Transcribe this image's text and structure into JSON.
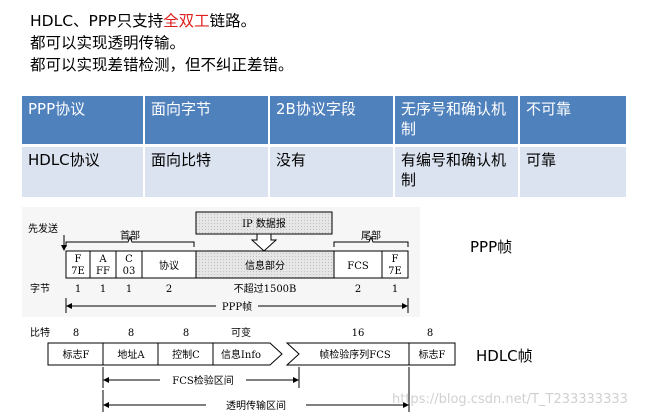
{
  "bullets": {
    "line1_pre": "HDLC、PPP只支持",
    "line1_hl": "全双工",
    "line1_post": "链路。",
    "line2": "都可以实现透明传输。",
    "line3": "都可以实现差错检测，但不纠正差错。"
  },
  "table": {
    "header": [
      "PPP协议",
      "面向字节",
      "2B协议字段",
      "无序号和确认机制",
      "不可靠"
    ],
    "row": [
      "HDLC协议",
      "面向比特",
      "没有",
      "有编号和确认机制",
      "可靠"
    ]
  },
  "ppp": {
    "send_first": "先发送",
    "ip_datagram": "IP 数据报",
    "header_label": "首部",
    "trailer_label": "尾部",
    "f_line1": "F",
    "f_line2": "7E",
    "a_line1": "A",
    "a_line2": "FF",
    "c_line1": "C",
    "c_line2": "03",
    "protocol": "协议",
    "info": "信息部分",
    "fcs": "FCS",
    "f2_line1": "F",
    "f2_line2": "7E",
    "bytes_label": "字节",
    "sizes": [
      "1",
      "1",
      "1",
      "2",
      "不超过1500B",
      "2",
      "1"
    ],
    "frame_label": "PPP帧",
    "side_label": "PPP帧"
  },
  "hdlc": {
    "bits_label": "比特",
    "sizes": [
      "8",
      "8",
      "8",
      "可变",
      "16",
      "8"
    ],
    "fields": [
      "标志F",
      "地址A",
      "控制C",
      "信息Info",
      "帧检验序列FCS",
      "标志F"
    ],
    "fcs_range": "FCS检验区间",
    "transparent_range": "透明传输区间",
    "side_label": "HDLC帧"
  },
  "watermark": "https://blog.csdn.net/T_T233333333"
}
